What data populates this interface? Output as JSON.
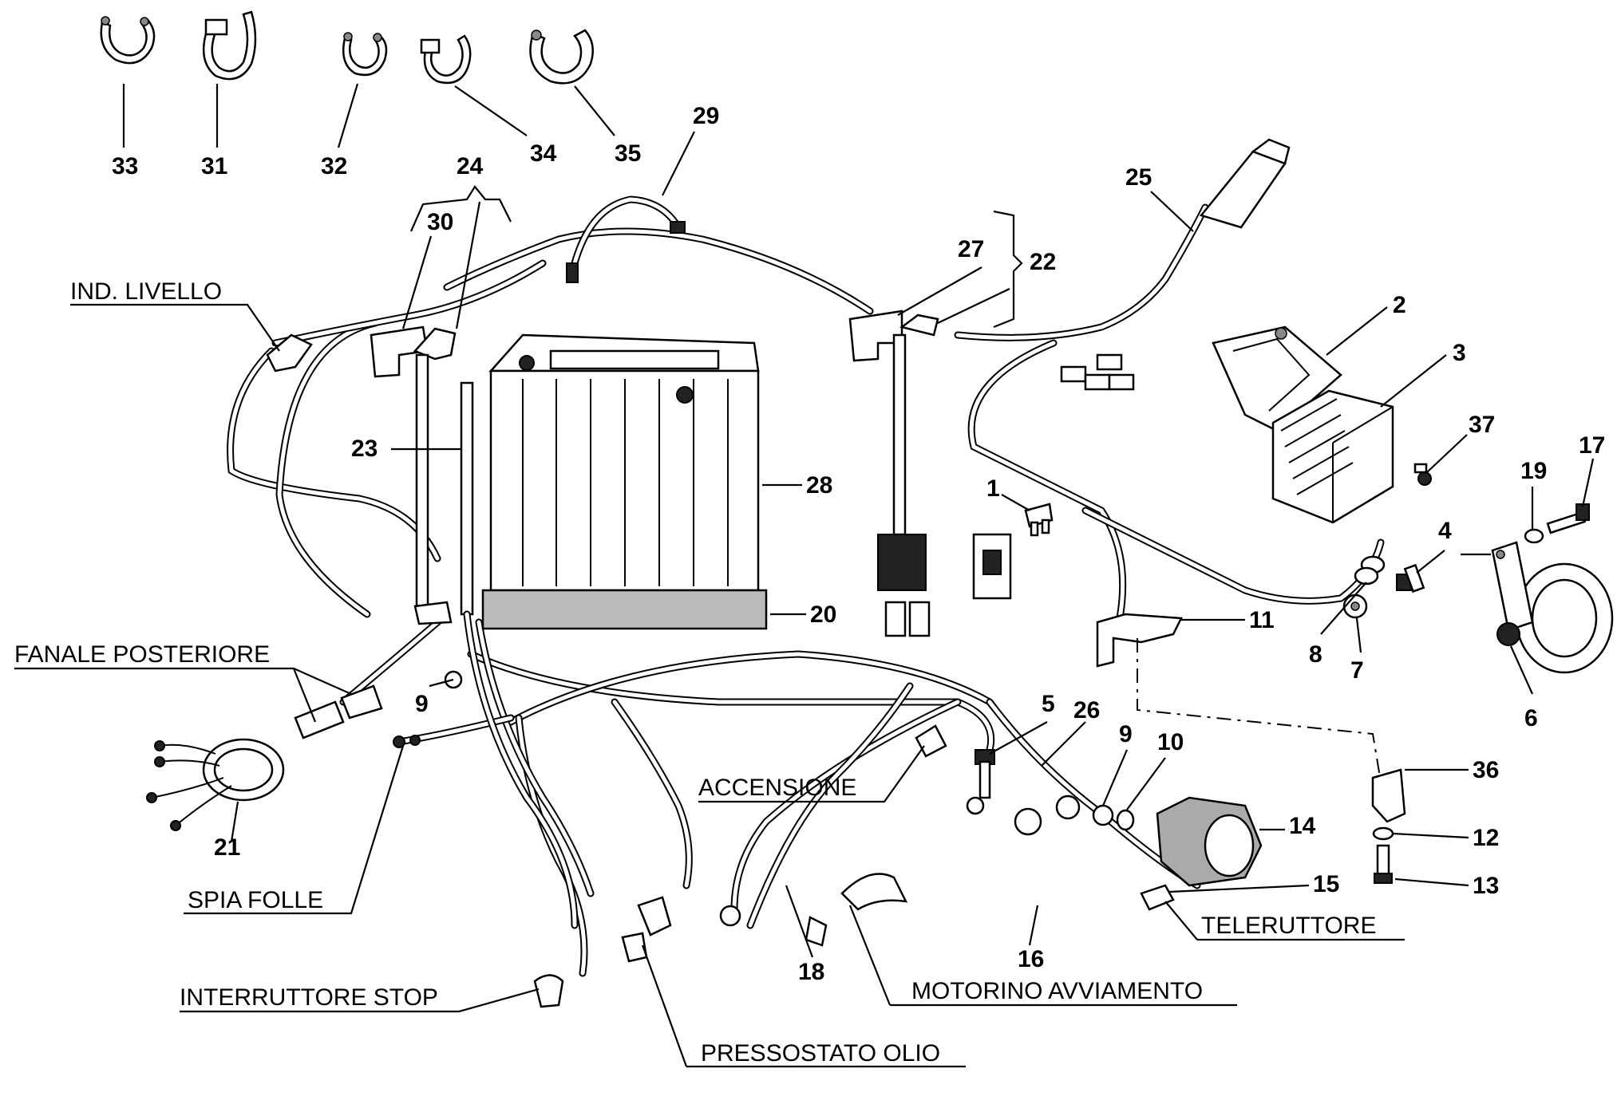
{
  "part_numbers": {
    "n1": "1",
    "n2": "2",
    "n3": "3",
    "n4": "4",
    "n5": "5",
    "n6": "6",
    "n7": "7",
    "n8": "8",
    "n9a": "9",
    "n9b": "9",
    "n10": "10",
    "n11": "11",
    "n12": "12",
    "n13": "13",
    "n14": "14",
    "n15": "15",
    "n16": "16",
    "n17": "17",
    "n18": "18",
    "n19": "19",
    "n20": "20",
    "n21": "21",
    "n22": "22",
    "n23": "23",
    "n24": "24",
    "n25": "25",
    "n26": "26",
    "n27": "27",
    "n28": "28",
    "n29": "29",
    "n30": "30",
    "n31": "31",
    "n32": "32",
    "n33": "33",
    "n34": "34",
    "n35": "35",
    "n36": "36",
    "n37": "37"
  },
  "connection_labels": {
    "ind_livello": "IND. LIVELLO",
    "fanale_posteriore": "FANALE POSTERIORE",
    "spia_folle": "SPIA FOLLE",
    "interruttore_stop": "INTERRUTTORE STOP",
    "pressostato_olio": "PRESSOSTATO OLIO",
    "accensione": "ACCENSIONE",
    "motorino_avviamento": "MOTORINO AVVIAMENTO",
    "teleruttore": "TELERUTTORE"
  }
}
